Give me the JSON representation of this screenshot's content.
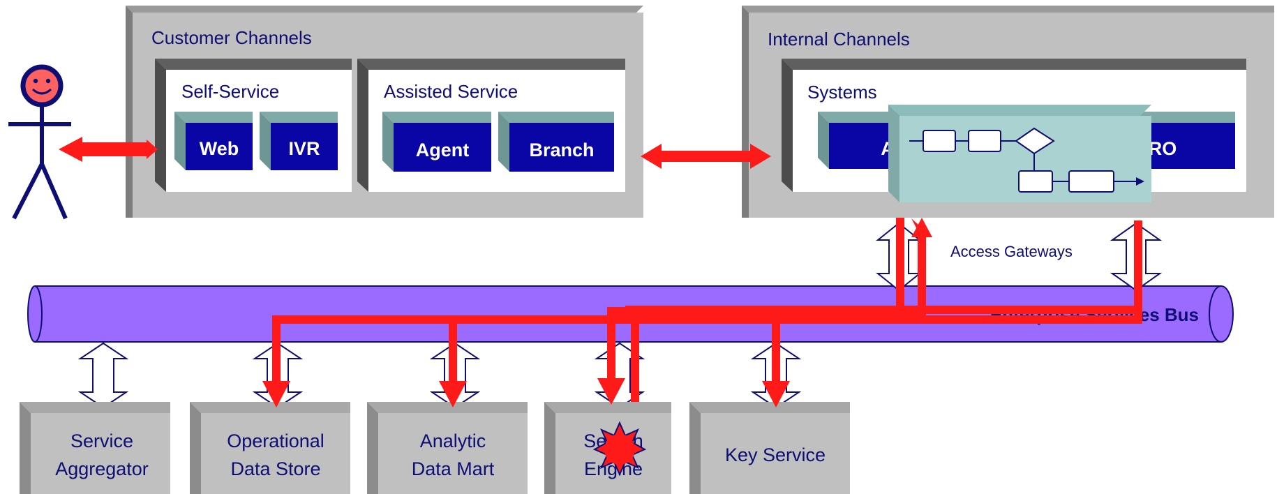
{
  "customer_channels": {
    "title": "Customer Channels",
    "self_service": {
      "title": "Self-Service",
      "buttons": [
        "Web",
        "IVR"
      ]
    },
    "assisted_service": {
      "title": "Assisted Service",
      "buttons": [
        "Agent",
        "Branch"
      ]
    }
  },
  "internal_channels": {
    "title": "Internal Channels",
    "systems": {
      "title": "Systems",
      "partial_labels": [
        "A",
        "RO"
      ]
    }
  },
  "access_gateways": "Access Gateways",
  "bus": {
    "label": "Enterprise Services Bus"
  },
  "services": [
    {
      "line1": "Service",
      "line2": "Aggregator"
    },
    {
      "line1": "Operational",
      "line2": "Data Store"
    },
    {
      "line1": "Analytic",
      "line2": "Data Mart"
    },
    {
      "line1": "Search",
      "line2": "Engine"
    },
    {
      "line1": "Key Service",
      "line2": ""
    }
  ],
  "colors": {
    "panel": "#c0c0c0",
    "panel_dark": "#595959",
    "button": "#0a06a6",
    "bus": "#9b6bff",
    "arrow": "#ff1a1a",
    "process": "#a9d2d0",
    "text": "#0d0d73"
  }
}
